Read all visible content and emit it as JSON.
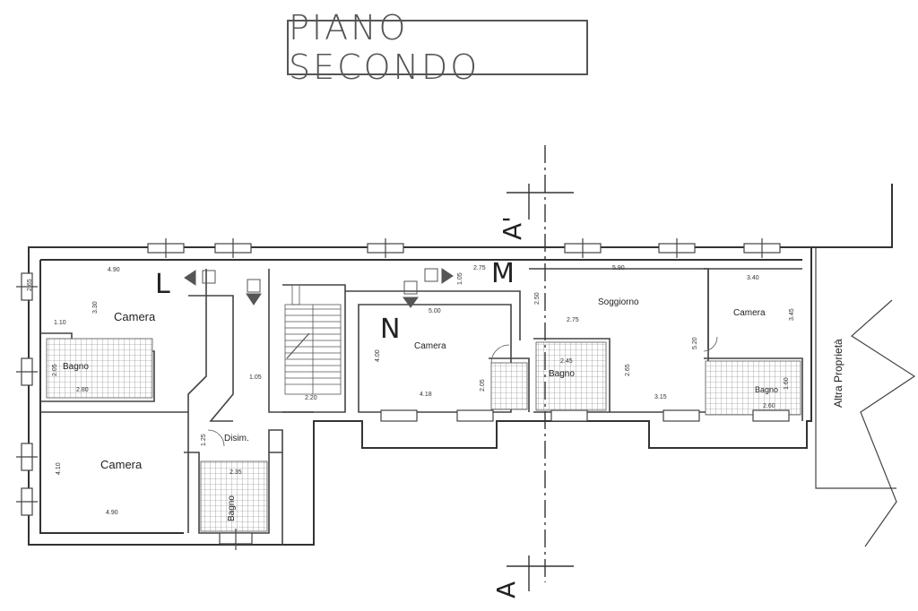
{
  "title": "PIANO SECONDO",
  "section_marks": {
    "top": "A'",
    "bottom": "A"
  },
  "unit_letters": [
    "L",
    "M",
    "N"
  ],
  "rooms": {
    "camera_top_left": "Camera",
    "bagno_left": "Bagno",
    "camera_bottom_left": "Camera",
    "disim": "Disim.",
    "bagno_center": "Bagno",
    "camera_center": "Camera",
    "bagno_right_center": "Bagno",
    "soggiorno": "Soggiorno",
    "camera_right": "Camera",
    "bagno_right": "Bagno"
  },
  "neighbor": "Altra Proprietà",
  "dimensions": {
    "d1": "4.90",
    "d2": "3.30",
    "d3": "2.65",
    "d4": "1.10",
    "d5": "2.05",
    "d6": "2.80",
    "d7": "4.10",
    "d8": "4.90",
    "d9": "1.05",
    "d10": "2.35",
    "d11": "1.25",
    "d12": "2.20",
    "d13": "5.00",
    "d14": "4.00",
    "d15": "4.18",
    "d16": "2.05",
    "d17": "2.75",
    "d18": "1.05",
    "d19": "2.50",
    "d20": "2.75",
    "d21": "5.90",
    "d22": "2.45",
    "d23": "2.65",
    "d24": "3.15",
    "d25": "5.20",
    "d26": "3.40",
    "d27": "3.45",
    "d28": "2.60",
    "d29": "1.60"
  }
}
